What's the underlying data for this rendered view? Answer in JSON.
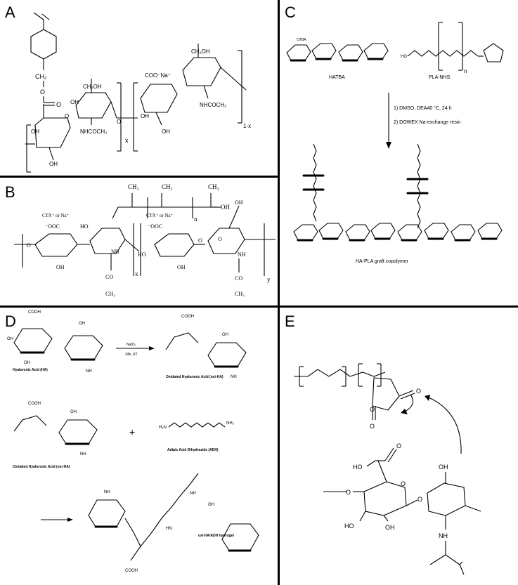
{
  "panels": {
    "a": {
      "label": "A",
      "texts": {
        "ch2": "CH₂",
        "o1": "O",
        "oh1": "OH",
        "oh2": "OH",
        "ch2oh": "CH₂OH",
        "oh3": "OH",
        "nhcoch3": "NHCOCH₃",
        "x": "x",
        "coona": "COO⁻Na⁺",
        "ch2oh2": "CH₂OH",
        "oh4": "OH",
        "nhcoch3b": "NHCOCH₃",
        "oh5": "OH",
        "onex": "1-x",
        "o2": "O",
        "o3": "O",
        "o4": "O"
      }
    },
    "b": {
      "label": "B",
      "texts": {
        "ch3a": "CH₃",
        "ch3b": "CH₃",
        "ch3c": "CH₃",
        "n": "n",
        "oh": "OH",
        "cta1": "CTA⁺ or Na⁺",
        "cta2": "CTA⁺ or Na⁺",
        "ooc1": "⁻OOC",
        "ooc2": "⁻OOC",
        "ho1": "HO",
        "ho2": "HO",
        "oh2": "OH",
        "oh3": "OH",
        "nh1": "NH",
        "nh2": "NH",
        "co1": "CO",
        "co2": "CO",
        "ch3d": "CH₃",
        "ch3e": "CH₃",
        "x": "x",
        "y": "y",
        "o1": "O",
        "o2": "O",
        "o3": "O",
        "oh4": "OH"
      }
    },
    "c": {
      "label": "C",
      "texts": {
        "hatba": "HATBA",
        "plnhs": "PLA-NHS",
        "step1": "1) DMSO, DEA40 °C, 24 h",
        "step2": "2) DOWEX Na-exchange resin",
        "product": "HA-PLA graft copolymer",
        "otba": "OTBA",
        "n": "n",
        "ho": "HO"
      }
    },
    "d": {
      "label": "D",
      "texts": {
        "ha": "Hyaluronic Acid (HA)",
        "naio4": "NaIO₄",
        "cond": "24h, RT",
        "oxiha": "Oxidated Hyaluronic Acid (oxi-HA)",
        "oxiha2": "Oxidated Hyaluronic Acid (oxi-HA)",
        "adh": "Adipic Acid Dihydrazide (ADH)",
        "plus": "+",
        "hydrogel": "oxi-HA/ADH hydrogel",
        "cooh1": "COOH",
        "cooh2": "COOH",
        "cooh3": "COOH",
        "cooh4": "COOH",
        "oh1": "OH",
        "oh2": "OH",
        "oh3": "OH",
        "oh4": "OH",
        "oh5": "OH",
        "oh6": "OH",
        "nh1": "NH",
        "nh2": "NH",
        "nh3": "NH",
        "nh4": "NH",
        "h2n": "H₂N",
        "nh2a": "NH₂",
        "hn": "HN",
        "nh5": "NH"
      }
    },
    "e": {
      "label": "E",
      "texts": {
        "o1": "O",
        "o2": "O",
        "o3": "O",
        "o4": "O",
        "o5": "O",
        "o6": "O",
        "ho1": "HO",
        "ho2": "HO",
        "oh1": "OH",
        "oh2": "OH",
        "nh": "NH",
        "oa": "O"
      }
    }
  }
}
